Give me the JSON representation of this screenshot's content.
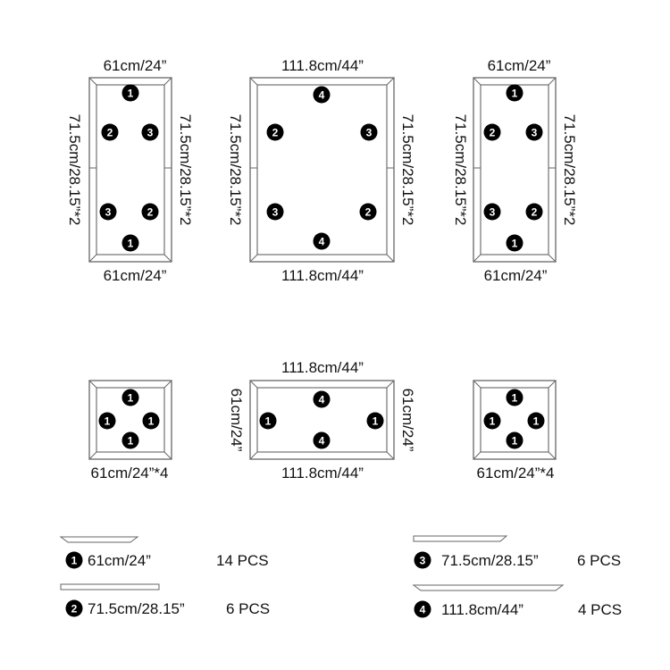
{
  "colors": {
    "line": "#666666",
    "badge": "#000000",
    "text": "#111111"
  },
  "frames": [
    {
      "id": "frame-tall-1",
      "top_label": "61cm/24”",
      "bottom_label": "61cm/24”",
      "left_label": "71.5cm/28.15”*2",
      "right_label": "71.5cm/28.15”*2",
      "badges": [
        "1",
        "2",
        "3",
        "3",
        "2",
        "1"
      ]
    },
    {
      "id": "frame-tall-2",
      "top_label": "111.8cm/44”",
      "bottom_label": "111.8cm/44”",
      "left_label": "71.5cm/28.15”*2",
      "right_label": "71.5cm/28.15”*2",
      "badges": [
        "4",
        "2",
        "3",
        "3",
        "2",
        "4"
      ]
    },
    {
      "id": "frame-tall-3",
      "top_label": "61cm/24”",
      "bottom_label": "61cm/24”",
      "left_label": "71.5cm/28.15”*2",
      "right_label": "71.5cm/28.15”*2",
      "badges": [
        "1",
        "2",
        "3",
        "3",
        "2",
        "1"
      ]
    },
    {
      "id": "frame-square-1",
      "bottom_label": "61cm/24”*4",
      "badges": [
        "1",
        "1",
        "1",
        "1"
      ]
    },
    {
      "id": "frame-wide",
      "top_label": "111.8cm/44”",
      "bottom_label": "111.8cm/44”",
      "left_label": "61cm/24”",
      "right_label": "61cm/24”",
      "badges": [
        "4",
        "1",
        "1",
        "4"
      ]
    },
    {
      "id": "frame-square-2",
      "bottom_label": "61cm/24”*4",
      "badges": [
        "1",
        "1",
        "1",
        "1"
      ]
    }
  ],
  "legend": [
    {
      "num": "1",
      "size": "61cm/24”",
      "qty": "14 PCS"
    },
    {
      "num": "2",
      "size": "71.5cm/28.15”",
      "qty": "6 PCS"
    },
    {
      "num": "3",
      "size": "71.5cm/28.15”",
      "qty": "6 PCS"
    },
    {
      "num": "4",
      "size": "111.8cm/44”",
      "qty": "4 PCS"
    }
  ]
}
